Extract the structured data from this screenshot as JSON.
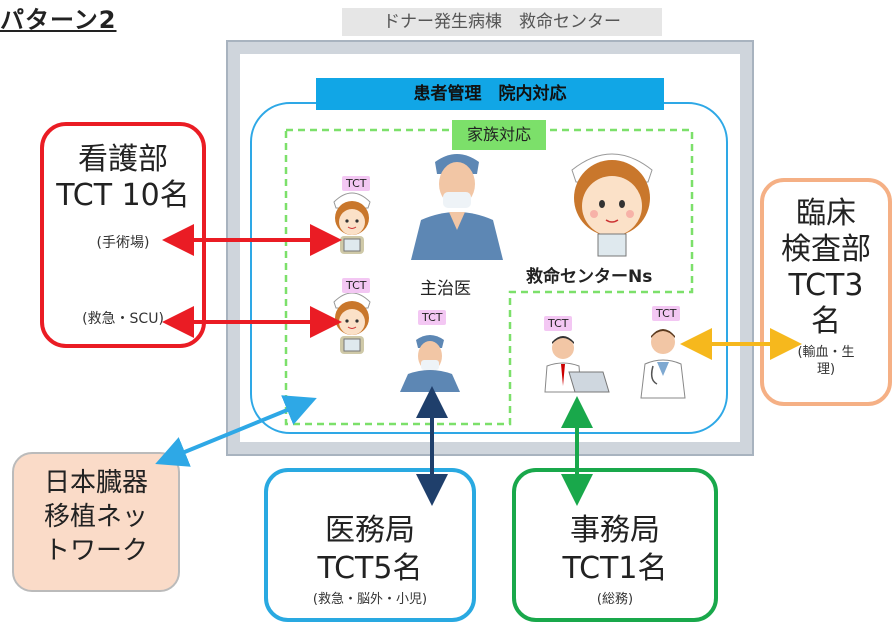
{
  "pattern_title": "パターン2",
  "building_label": "ドナー発生病棟　救命センター",
  "patient_bar": "患者管理　院内対応",
  "family_label": "家族対応",
  "nursing": {
    "line1": "看護部",
    "line2": "TCT 10名",
    "note1": "(手術場)",
    "note2": "(救急・SCU)"
  },
  "lab": {
    "line1": "臨床",
    "line2": "検査部",
    "line3": "TCT3",
    "line4": "名",
    "note1": "(輸血・生",
    "note2": "理)"
  },
  "jot": {
    "line1": "日本臓器",
    "line2": "移植ネッ",
    "line3": "トワーク"
  },
  "medical": {
    "line1": "医務局",
    "line2": "TCT5名",
    "note": "(救急・脳外・小児)"
  },
  "office": {
    "line1": "事務局",
    "line2": "TCT1名",
    "note": "(総務)"
  },
  "people": {
    "doctor_caption": "主治医",
    "nurse_caption": "救命センターNs",
    "tct_badge": "TCT"
  },
  "colors": {
    "red": "#ea1c24",
    "blue": "#2ea8e6",
    "green": "#19a84b",
    "navy": "#1f3f6b",
    "orange": "#f5b085",
    "gold": "#f6b81d"
  }
}
